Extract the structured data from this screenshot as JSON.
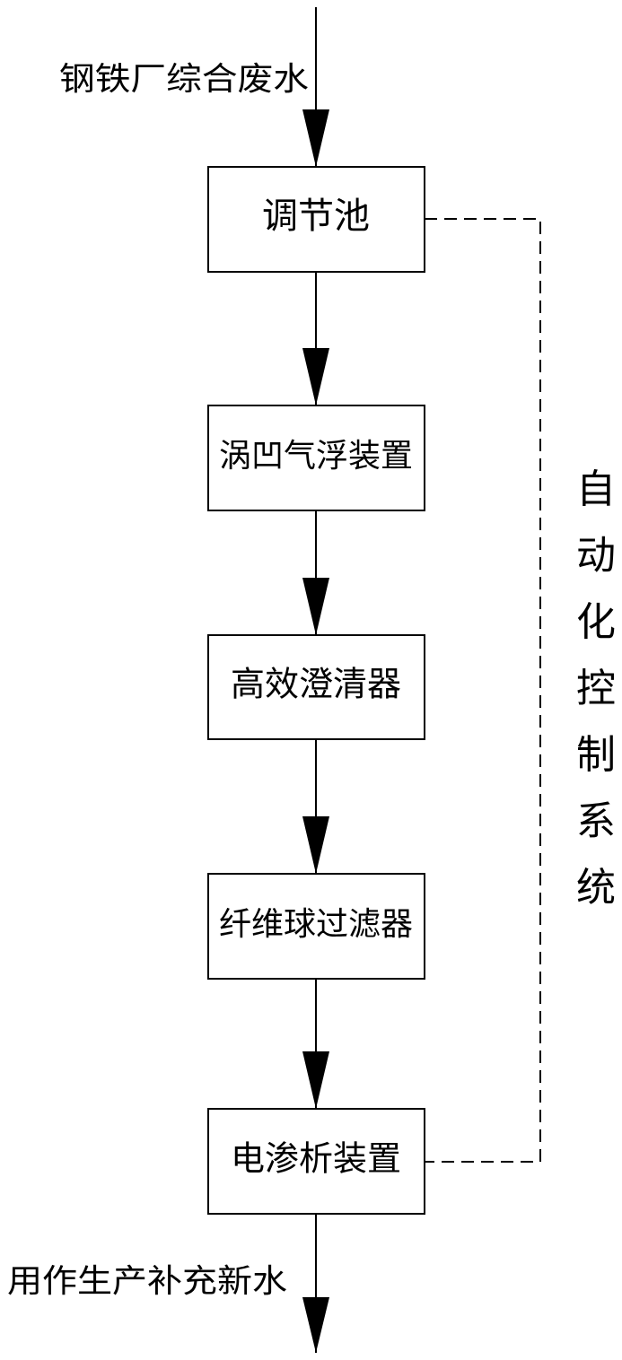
{
  "diagram": {
    "input_label": "钢铁厂综合废水",
    "output_label": "用作生产补充新水",
    "control_label": "自动化控制系统",
    "nodes": [
      {
        "label": "调节池"
      },
      {
        "label": "涡凹气浮装置"
      },
      {
        "label": "高效澄清器"
      },
      {
        "label": "纤维球过滤器"
      },
      {
        "label": "电渗析装置"
      }
    ],
    "colors": {
      "stroke": "#000000",
      "background": "#ffffff"
    }
  }
}
